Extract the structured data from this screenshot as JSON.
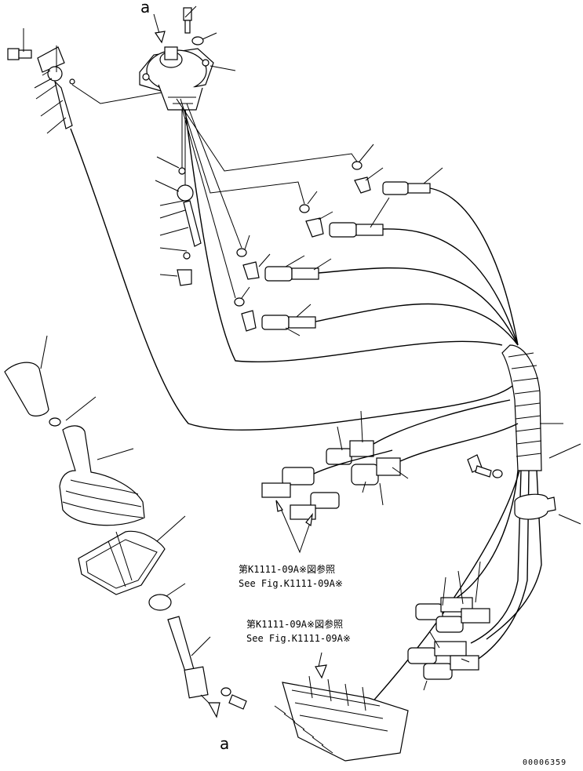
{
  "drawing": {
    "ref_marker_top": "a",
    "ref_marker_bottom": "a",
    "ref_note_1_jp": "第K1111-09A※図参照",
    "ref_note_1_en": "See Fig.K1111-09A※",
    "ref_note_2_jp": "第K1111-09A※図参照",
    "ref_note_2_en": "See Fig.K1111-09A※",
    "drawing_number": "00006359"
  },
  "icons": [
    "bolt-icon",
    "washer-icon",
    "hose-fitting-icon",
    "elbow-fitting-icon",
    "lever-knob-icon",
    "boot-icon"
  ]
}
